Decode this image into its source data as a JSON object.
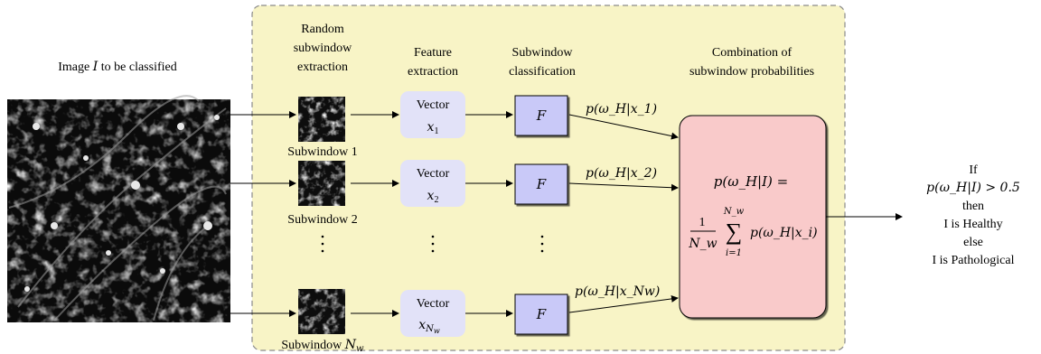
{
  "input_caption": {
    "prefix": "Image ",
    "var": "I",
    "suffix": " to be classified"
  },
  "stage_headers": {
    "extraction": [
      "Random",
      "subwindow",
      "extraction"
    ],
    "feature": [
      "Feature",
      "extraction"
    ],
    "classification": [
      "Subwindow",
      "classification"
    ],
    "combination": [
      "Combination of",
      "subwindow probabilities"
    ]
  },
  "subwindows": [
    {
      "label": "Subwindow 1"
    },
    {
      "label": "Subwindow 2"
    },
    {
      "label_text": "Subwindow ",
      "label_sub": "N",
      "label_subsub": "w"
    }
  ],
  "vectors": [
    {
      "label": "Vector",
      "var": "x",
      "sub": "1"
    },
    {
      "label": "Vector",
      "var": "x",
      "sub": "2"
    },
    {
      "label": "Vector",
      "var": "x",
      "sub": "N",
      "subsub": "w"
    }
  ],
  "classifier_label": "F",
  "edge_labels": [
    "p(ω_H|x_1)",
    "p(ω_H|x_2)",
    "p(ω_H|x_Nw)"
  ],
  "combination_formula": {
    "line1": "p(ω_H|I) =",
    "fraction_num": "1",
    "fraction_den": "N_w",
    "sum_top": "N_w",
    "sum_bottom": "i=1",
    "sum_body": "p(ω_H|x_i)"
  },
  "decision": [
    "If",
    "p(ω_H|I) > 0.5",
    "then",
    "I is Healthy",
    "else",
    "I is Pathological"
  ],
  "colors": {
    "panel_fill": "#f8f4c6",
    "panel_border": "#8a8a8a",
    "vector_fill": "#e2e2f8",
    "classifier_fill": "#c9c9f8",
    "combination_fill": "#f9caca"
  }
}
